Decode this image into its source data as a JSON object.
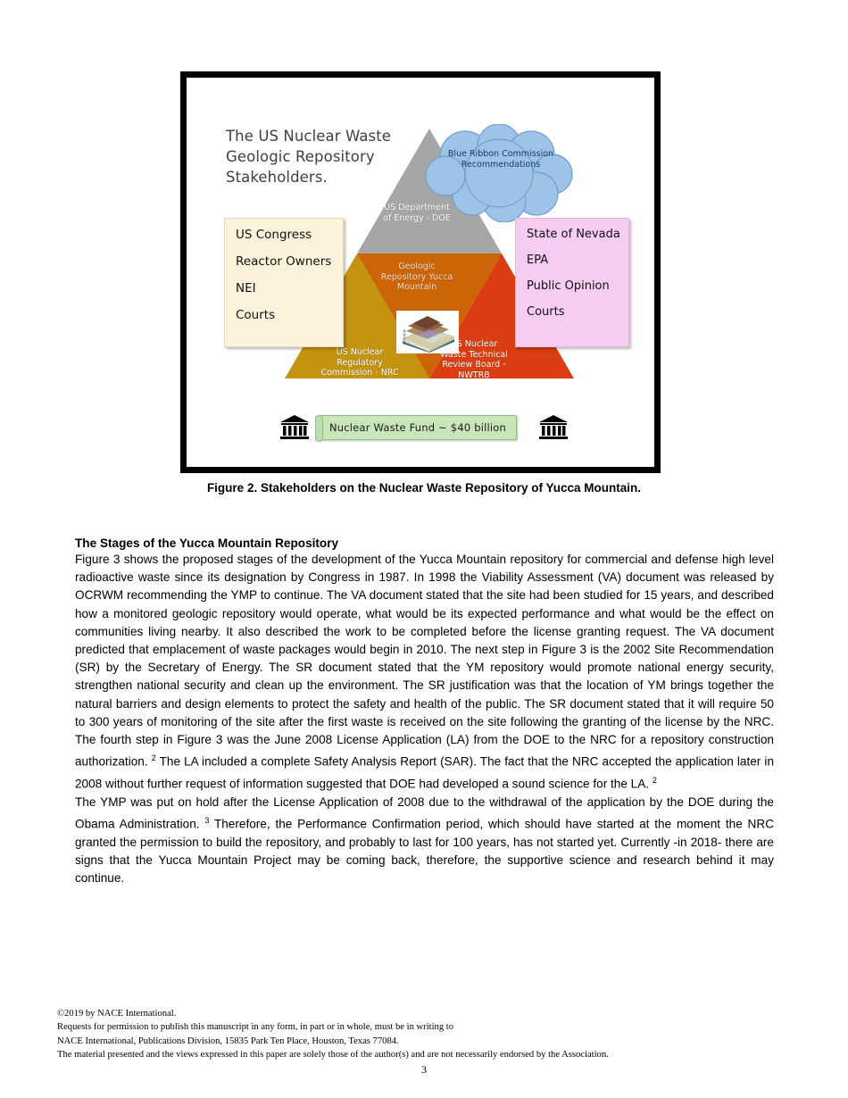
{
  "figure": {
    "title_lines": "The US Nuclear Waste Geologic Repository Stakeholders.",
    "cloud_label": "Blue Ribbon Commission Recommendations",
    "triangle": {
      "top_label": "US Department of Energy - DOE",
      "center_label": "Geologic Repository Yucca Mountain",
      "bottom_left_label": "US Nuclear Regulatory Commission - NRC",
      "bottom_right_label": "US Nuclear Waste Technical Review Board - NWTRB"
    },
    "left_box_items": [
      "US Congress",
      "Reactor Owners",
      "NEI",
      "Courts"
    ],
    "right_box_items": [
      "State of Nevada",
      "EPA",
      "Public Opinion",
      "Courts"
    ],
    "fund_banner": "Nuclear Waste Fund ~ $40 billion",
    "colors": {
      "top_triangle": "#a6a6a6",
      "left_triangle": "#c49310",
      "right_triangle": "#d93d11",
      "center_triangle": "#cc6508",
      "cloud": "#9dc3e6",
      "left_box": "#faf3da",
      "right_box": "#f6ccf2",
      "banner": "#c9e6bb"
    },
    "caption": "Figure 2. Stakeholders on the Nuclear Waste Repository of Yucca Mountain."
  },
  "body": {
    "section_heading": "The Stages of the Yucca Mountain Repository",
    "paragraph_1_a": "Figure 3 shows the proposed stages of the development of the Yucca Mountain repository for commercial and defense high level radioactive waste since its designation by Congress in 1987.  In 1998 the Viability Assessment (VA) document was released by OCRWM recommending the YMP to continue. The VA document stated that the site had been studied for 15 years, and described how a monitored geologic repository would operate, what would be its expected performance and what would be the effect on communities living nearby. It also described the work to be completed before the license granting request. The VA document predicted that emplacement of waste packages would begin in 2010. The next step in Figure 3 is the 2002 Site Recommendation (SR) by the Secretary of Energy. The SR document stated that the YM repository would promote national energy security, strengthen national security and clean up the environment. The SR justification was that the location of YM brings together the natural barriers and design elements to protect the safety and health of the public. The SR document stated that it will require 50 to 300 years of monitoring of the site after the first waste is received on the site following the granting of the license by the NRC. The fourth step in Figure 3 was the June 2008 License Application (LA) from the DOE to the NRC for a repository construction authorization.",
    "paragraph_1_ref1": "2",
    "paragraph_1_b": "The LA included a complete Safety Analysis Report (SAR). The fact that the NRC accepted the application later in 2008 without further request of information suggested that DOE had developed a sound science for the LA.",
    "paragraph_1_ref2": "2",
    "paragraph_2_a": "The YMP was put on hold after the License Application of 2008 due to the withdrawal of the application by the DOE during the Obama Administration.",
    "paragraph_2_ref": "3",
    "paragraph_2_b": "Therefore, the Performance Confirmation period, which should have started at the moment the NRC granted the permission to build the repository, and probably to last for 100 years, has not started yet. Currently -in 2018- there are signs that the Yucca Mountain Project may be coming back, therefore, the supportive science and research behind it may continue."
  },
  "footer": {
    "line_1": "©2019 by NACE International.",
    "line_2": "Requests for permission to publish this manuscript in any form, in part or in whole, must be in writing to",
    "line_3": "NACE International, Publications Division, 15835 Park Ten Place, Houston, Texas 77084.",
    "line_4": "The material presented and the views expressed in this paper are solely those of the author(s) and are not necessarily endorsed by the Association.",
    "page_number": "3"
  }
}
